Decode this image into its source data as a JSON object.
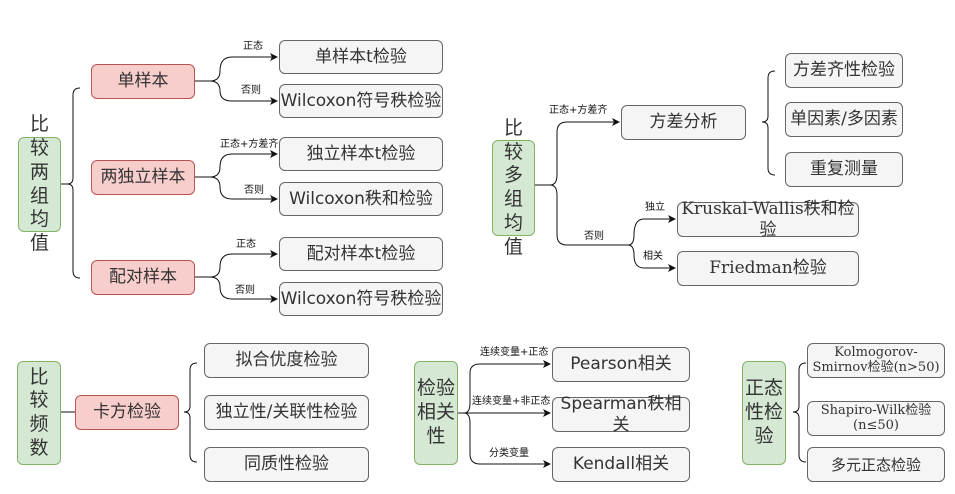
{
  "colors": {
    "root_fill": "#d5e8d4",
    "root_border": "#82b366",
    "category_fill": "#f8cecc",
    "category_border": "#b85450",
    "method_fill": "#f5f5f5",
    "method_border": "#666666",
    "line": "#111111"
  },
  "two_group_means": {
    "root": "比较两组均值",
    "single_sample": {
      "label": "单样本",
      "normal_edge": "正态",
      "else_edge": "否则",
      "normal_test": "单样本t检验",
      "else_test": "Wilcoxon符号秩检验"
    },
    "two_independent": {
      "label": "两独立样本",
      "normal_edge": "正态+方差齐",
      "else_edge": "否则",
      "normal_test": "独立样本t检验",
      "else_test": "Wilcoxon秩和检验"
    },
    "paired": {
      "label": "配对样本",
      "normal_edge": "正态",
      "else_edge": "否则",
      "normal_test": "配对样本t检验",
      "else_test": "Wilcoxon符号秩检验"
    }
  },
  "multi_group_means": {
    "root": "比较多组均值",
    "anova_edge": "正态+方差齐",
    "anova": "方差分析",
    "anova_items": [
      "方差齐性检验",
      "单因素/多因素",
      "重复测量"
    ],
    "else_edge": "否则",
    "independent_edge": "独立",
    "kruskal": "Kruskal-Wallis秩和检验",
    "related_edge": "相关",
    "friedman": "Friedman检验"
  },
  "compare_frequencies": {
    "root": "比较频数",
    "category": "卡方检验",
    "items": [
      "拟合优度检验",
      "独立性/关联性检验",
      "同质性检验"
    ]
  },
  "correlation_test": {
    "root": "检验相关性",
    "edges": [
      "连续变量+正态",
      "连续变量+非正态",
      "分类变量"
    ],
    "methods": [
      "Pearson相关",
      "Spearman秩相关",
      "Kendall相关"
    ]
  },
  "normality_test": {
    "root": "正态性检验",
    "items": [
      "Kolmogorov-Smirnov检验(n>50)",
      "Shapiro-Wilk检验(n≤50)",
      "多元正态检验"
    ]
  }
}
